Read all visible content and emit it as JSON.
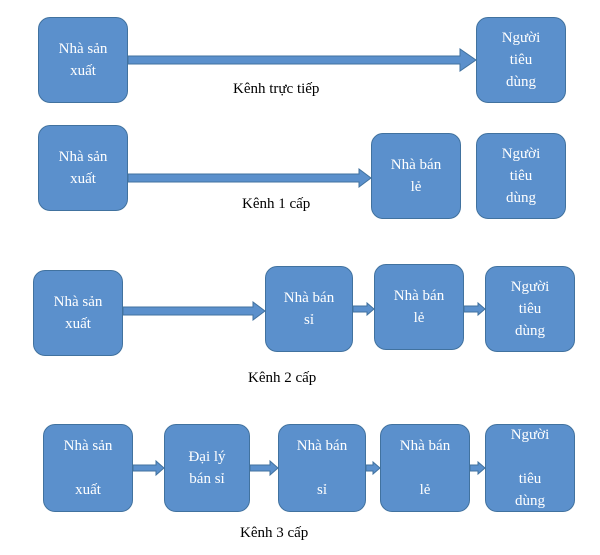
{
  "colors": {
    "box_fill": "#5b90cc",
    "box_border": "#41729f",
    "arrow_fill": "#5b90cc",
    "arrow_stroke": "#41729f",
    "label_text": "#000000",
    "box_text": "#ffffff"
  },
  "channels": [
    {
      "label": "Kênh trực tiếp",
      "nodes": [
        "Nhà sản\nxuất",
        "Người\ntiêu\ndùng"
      ]
    },
    {
      "label": "Kênh 1 cấp",
      "nodes": [
        "Nhà sản\nxuất",
        "Nhà bán\nlẻ",
        "Người\ntiêu\ndùng"
      ]
    },
    {
      "label": "Kênh 2 cấp",
      "nodes": [
        "Nhà sản\nxuất",
        "Nhà bán\nsỉ",
        "Nhà bán\nlẻ",
        "Người\ntiêu\ndùng"
      ]
    },
    {
      "label": "Kênh 3 cấp",
      "nodes": [
        "Nhà sản\n\nxuất",
        "Đại lý\nbán sỉ",
        "Nhà bán\n\nsỉ",
        "Nhà bán\n\nlẻ",
        "Người\n\ntiêu\ndùng"
      ]
    }
  ]
}
